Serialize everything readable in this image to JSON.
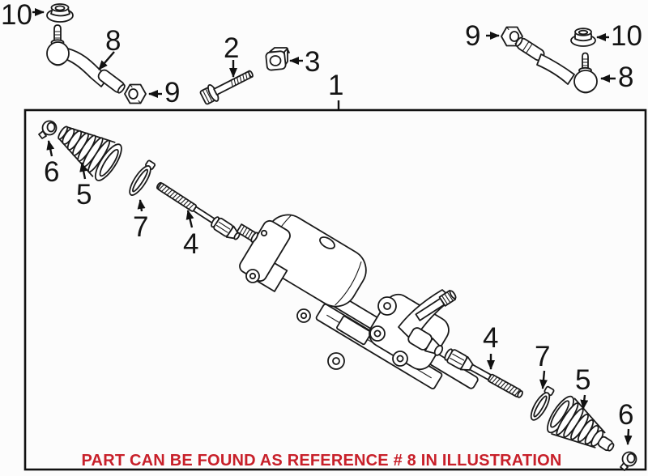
{
  "note": {
    "text": "PART CAN BE FOUND AS REFERENCE # 8 IN ILLUSTRATION"
  },
  "colors": {
    "line": "#1a1a1a",
    "note_red": "#c8202a",
    "background": "#fcfcfc",
    "frame": "#111111"
  },
  "callouts": [
    {
      "ref": "10",
      "part": "flange-nut",
      "group": "top-left"
    },
    {
      "ref": "8",
      "part": "outer-tie-rod-end",
      "group": "top-left"
    },
    {
      "ref": "9",
      "part": "jam-nut",
      "group": "top-left"
    },
    {
      "ref": "2",
      "part": "mount-bolt",
      "group": "top-center"
    },
    {
      "ref": "3",
      "part": "square-nut",
      "group": "top-center"
    },
    {
      "ref": "1",
      "part": "steering-gear-assembly",
      "group": "top-center"
    },
    {
      "ref": "9",
      "part": "jam-nut",
      "group": "top-right"
    },
    {
      "ref": "10",
      "part": "flange-nut",
      "group": "top-right"
    },
    {
      "ref": "8",
      "part": "outer-tie-rod-end",
      "group": "top-right"
    },
    {
      "ref": "6",
      "part": "boot-clamp",
      "group": "box-left"
    },
    {
      "ref": "5",
      "part": "steering-boot",
      "group": "box-left"
    },
    {
      "ref": "7",
      "part": "boot-ring",
      "group": "box-left"
    },
    {
      "ref": "4",
      "part": "inner-tie-rod",
      "group": "box-left"
    },
    {
      "ref": "4",
      "part": "inner-tie-rod",
      "group": "box-right"
    },
    {
      "ref": "7",
      "part": "boot-ring",
      "group": "box-right"
    },
    {
      "ref": "5",
      "part": "steering-boot",
      "group": "box-right"
    },
    {
      "ref": "6",
      "part": "boot-clamp",
      "group": "box-right"
    }
  ]
}
